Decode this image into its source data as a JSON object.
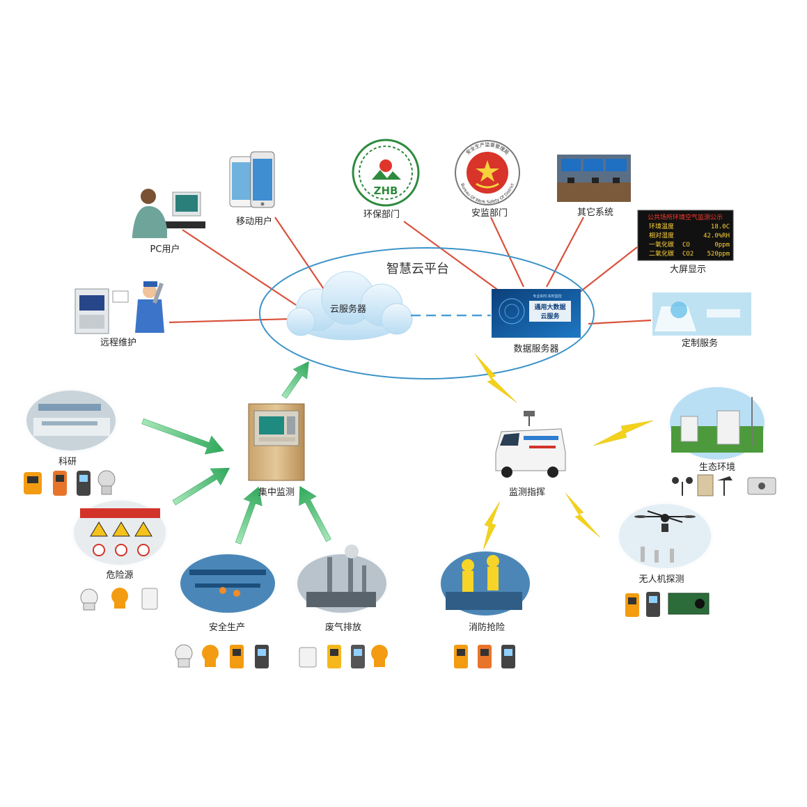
{
  "platform": {
    "title": "智慧云平台"
  },
  "nodes": {
    "pc_user": "PC用户",
    "mobile_user": "移动用户",
    "env_dept": "环保部门",
    "safety_dept": "安监部门",
    "other_systems": "其它系统",
    "big_screen": "大屏显示",
    "remote_maint": "远程维护",
    "cloud_server": "云服务器",
    "data_server": "数据服务器",
    "custom_service": "定制服务",
    "research": "科研",
    "hazard_source": "危险源",
    "central_monitor": "集中监测",
    "safe_production": "安全生产",
    "exhaust": "废气排放",
    "monitor_command": "监测指挥",
    "fire_rescue": "消防抢险",
    "ecology": "生态环境",
    "drone_detect": "无人机探测"
  },
  "logos": {
    "zhb_text": "ZHB",
    "safety_ring_top": "安全生产监督管理局",
    "safety_ring_bottom": "Bureau Of Work Safety Of District"
  },
  "data_server_screen": {
    "top_text": "专业实时·实时监控",
    "line1": "通用大数据",
    "line2": "云服务"
  },
  "led_board": {
    "title": "公共场所环境空气监测公示",
    "rows": [
      {
        "label": "环境温度",
        "unit": "",
        "value": "18.0C"
      },
      {
        "label": "相对湿度",
        "unit": "",
        "value": "42.0%RH"
      },
      {
        "label": "一氧化碳",
        "unit": "CO",
        "value": "0ppm"
      },
      {
        "label": "二氧化碳",
        "unit": "CO2",
        "value": "520ppm"
      }
    ]
  },
  "colors": {
    "connector_red": "#d9513b",
    "platform_ellipse": "#3d93c9",
    "dashed_link": "#4a9fd6",
    "green_arrow": "#4fbf72",
    "lightning": "#f2d21c",
    "led_bg": "#111111",
    "led_title": "#ff3b2e",
    "led_text": "#ffd23a"
  },
  "icons": [
    "pc-user-photo",
    "smartphone",
    "zhb-logo",
    "safety-bureau-logo",
    "control-room-photo",
    "led-display-board",
    "remote-maintenance-worker",
    "cloud",
    "data-server-screen",
    "custom-service-laptop",
    "laboratory-photo",
    "warning-signs-photo",
    "monitoring-cabinet",
    "factory-photo",
    "exhaust-chimney-photo",
    "command-vehicle",
    "firefighters-photo",
    "ecology-station-photo",
    "drone-photo",
    "gas-detector",
    "lightning-bolt",
    "green-arrow"
  ]
}
